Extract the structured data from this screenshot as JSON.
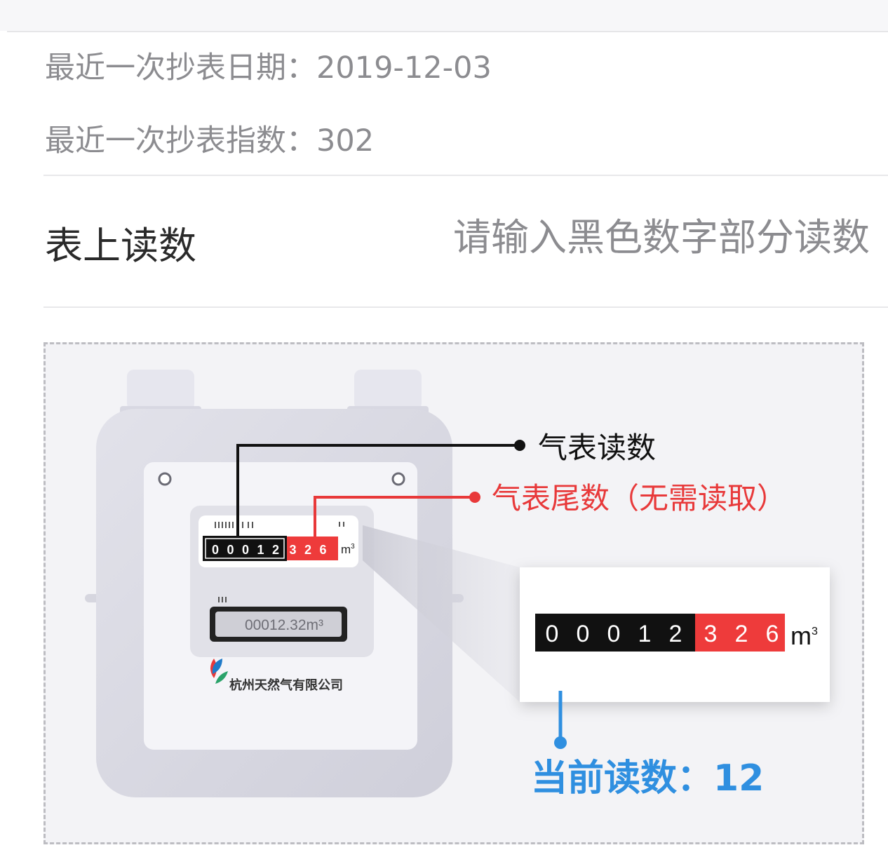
{
  "header": {
    "last_read_date_label": "最近一次抄表日期：",
    "last_read_date_value": "2019-12-03",
    "last_read_index_label": "最近一次抄表指数：",
    "last_read_index_value": "302"
  },
  "form": {
    "reading_label": "表上读数",
    "reading_placeholder": "请输入黑色数字部分读数",
    "reading_value": ""
  },
  "guide": {
    "meter_reading_label": "气表读数",
    "meter_tail_label": "气表尾数（无需读取）",
    "current_reading_label": "当前读数：12",
    "company_name": "杭州天然气有限公司",
    "lcd_display": "00012.32m³",
    "digits_black": [
      "0",
      "0",
      "0",
      "1",
      "2"
    ],
    "digits_red": [
      "3",
      "2",
      "6"
    ],
    "unit": "m",
    "unit_superscript": "3",
    "colors": {
      "black_digits_bg": "#111111",
      "red_digits_bg": "#ee3b3b",
      "callout_red": "#e8393a",
      "callout_blue": "#2f8fe0"
    }
  }
}
